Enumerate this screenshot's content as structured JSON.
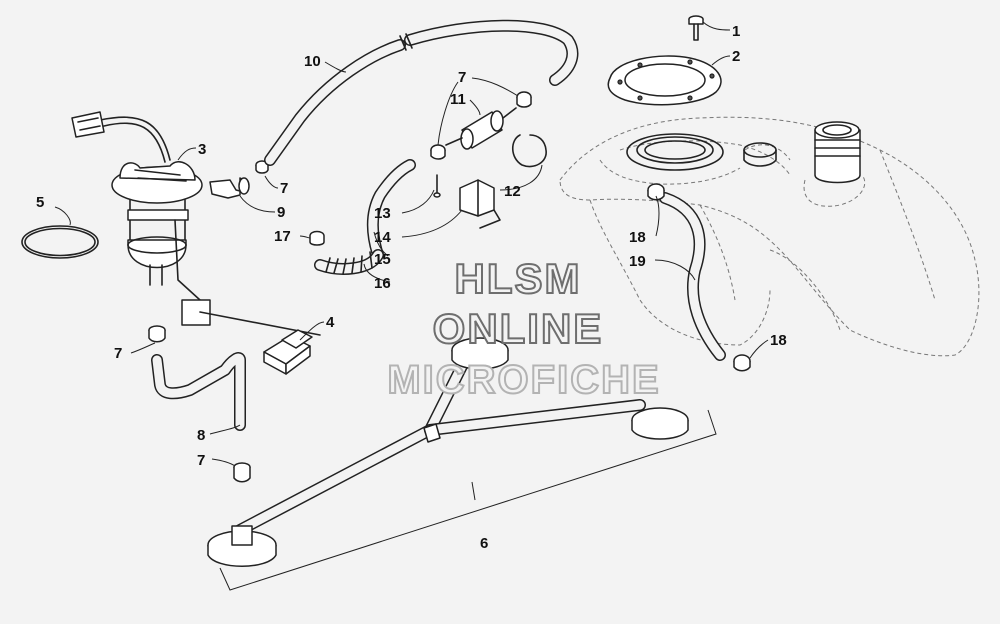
{
  "watermark": {
    "line1": "HLSM",
    "line2": "ONLINE",
    "line3": "MICROFICHE"
  },
  "callouts": {
    "c1": "1",
    "c2": "2",
    "c3": "3",
    "c4": "4",
    "c5": "5",
    "c6": "6",
    "c7a": "7",
    "c7b": "7",
    "c7c": "7",
    "c7d": "7",
    "c8": "8",
    "c9": "9",
    "c10": "10",
    "c11": "11",
    "c12": "12",
    "c13": "13",
    "c14": "14",
    "c15": "15",
    "c16": "16",
    "c17": "17",
    "c18a": "18",
    "c18b": "18",
    "c19": "19"
  }
}
